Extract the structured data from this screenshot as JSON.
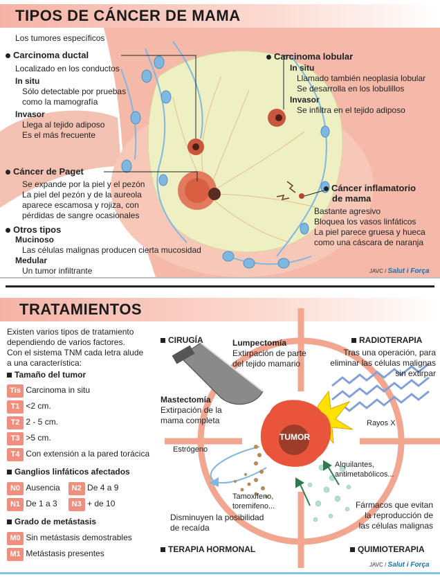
{
  "top": {
    "title": "TIPOS DE CÁNCER DE MAMA",
    "intro": "Los tumores específicos del seno son los siguientes:",
    "ductal": {
      "title": "Carcinoma ductal",
      "desc": "Localizado en los conductos",
      "insitu_label": "In situ",
      "insitu_text1": "Sólo detectable por pruebas",
      "insitu_text2": "como la mamografía",
      "invasor_label": "Invasor",
      "invasor_text1": "Llega al tejido adiposo",
      "invasor_text2": "Es el más frecuente"
    },
    "lobular": {
      "title": "Carcinoma lobular",
      "insitu_label": "In situ",
      "insitu_text1": "Llamado también neoplasia lobular",
      "insitu_text2": "Se desarrolla en los lobulillos",
      "invasor_label": "Invasor",
      "invasor_text1": "Se infiltra en el tejido adiposo"
    },
    "paget": {
      "title": "Cáncer de Paget",
      "l1": "Se expande por la piel y el pezón",
      "l2": "La piel del pezón y de la aureola",
      "l3": "aparece escamosa y rojiza, con",
      "l4": "pérdidas de sangre ocasionales"
    },
    "inflam": {
      "title1": "Cáncer inflamatorio",
      "title2": "de mama",
      "l1": "Bastante agresivo",
      "l2": "Bloquea los vasos linfáticos",
      "l3": "La piel parece gruesa y hueca",
      "l4": "como una cáscara de naranja"
    },
    "otros": {
      "title": "Otros tipos",
      "mucinoso_label": "Mucinoso",
      "mucinoso_text": "Las células malignas producen cierta mucosidad",
      "medular_label": "Medular",
      "medular_text": "Un tumor infiltrante"
    },
    "credit": "JAVC /",
    "brand": "Salut i Força"
  },
  "bottom": {
    "title": "TRATAMIENTOS",
    "intro1": "Existen varios tipos de tratamiento",
    "intro2": "dependiendo de varios factores.",
    "intro3": "Con el sistema TNM cada letra alude",
    "intro4": "a una característica:",
    "tumor_size": {
      "heading": "Tamaño del tumor",
      "rows": [
        {
          "tag": "Tis",
          "text": "Carcinoma in situ"
        },
        {
          "tag": "T1",
          "text": "<2 cm."
        },
        {
          "tag": "T2",
          "text": "2 - 5 cm."
        },
        {
          "tag": "T3",
          "text": ">5 cm."
        },
        {
          "tag": "T4",
          "text": "Con extensión a la pared torácica"
        }
      ]
    },
    "nodes": {
      "heading": "Ganglios linfáticos afectados",
      "n0_tag": "N0",
      "n0_text": "Ausencia",
      "n1_tag": "N1",
      "n1_text": "De 1 a 3",
      "n2_tag": "N2",
      "n2_text": "De 4 a 9",
      "n3_tag": "N3",
      "n3_text": "+ de 10"
    },
    "metastasis": {
      "heading": "Grado de metástasis",
      "rows": [
        {
          "tag": "M0",
          "text": "Sin metástasis demostrables"
        },
        {
          "tag": "M1",
          "text": "Metástasis presentes"
        }
      ]
    },
    "cirugia": "CIRUGÍA",
    "lumpectomia_title": "Lumpectomía",
    "lumpectomia_l1": "Extirpación de parte",
    "lumpectomia_l2": "del tejido mamario",
    "mastectomia_title": "Mastectomía",
    "mastectomia_l1": "Extirpación de la",
    "mastectomia_l2": "mama completa",
    "radioterapia": "RADIOTERAPIA",
    "radio_l1": "Tras una operación, para",
    "radio_l2": "eliminar las células malignas",
    "radio_l3": "sin extirpar",
    "rayos": "Rayos X",
    "tumor": "TUMOR",
    "estrogeno": "Estrógeno",
    "tamox_l1": "Tamoxifeno,",
    "tamox_l2": "toremifeno...",
    "alquil_l1": "Alquilantes,",
    "alquil_l2": "antimetabólicos...",
    "hormonal_l1": "Disminuyen la posibilidad",
    "hormonal_l2": "de recaída",
    "quimio_l1": "Fármacos que evitan",
    "quimio_l2": "la reproducción de",
    "quimio_l3": "las células malignas",
    "terapia_hormonal": "TERAPIA HORMONAL",
    "quimioterapia": "QUIMIOTERAPIA",
    "credit": "JAVC /",
    "brand": "Salut i Força"
  },
  "colors": {
    "accent": "#f08f7e",
    "skin": "#f4b9a8",
    "tissue": "#eef0c4",
    "lymph": "#7fb7e0",
    "crosshair": "#f2a690"
  }
}
